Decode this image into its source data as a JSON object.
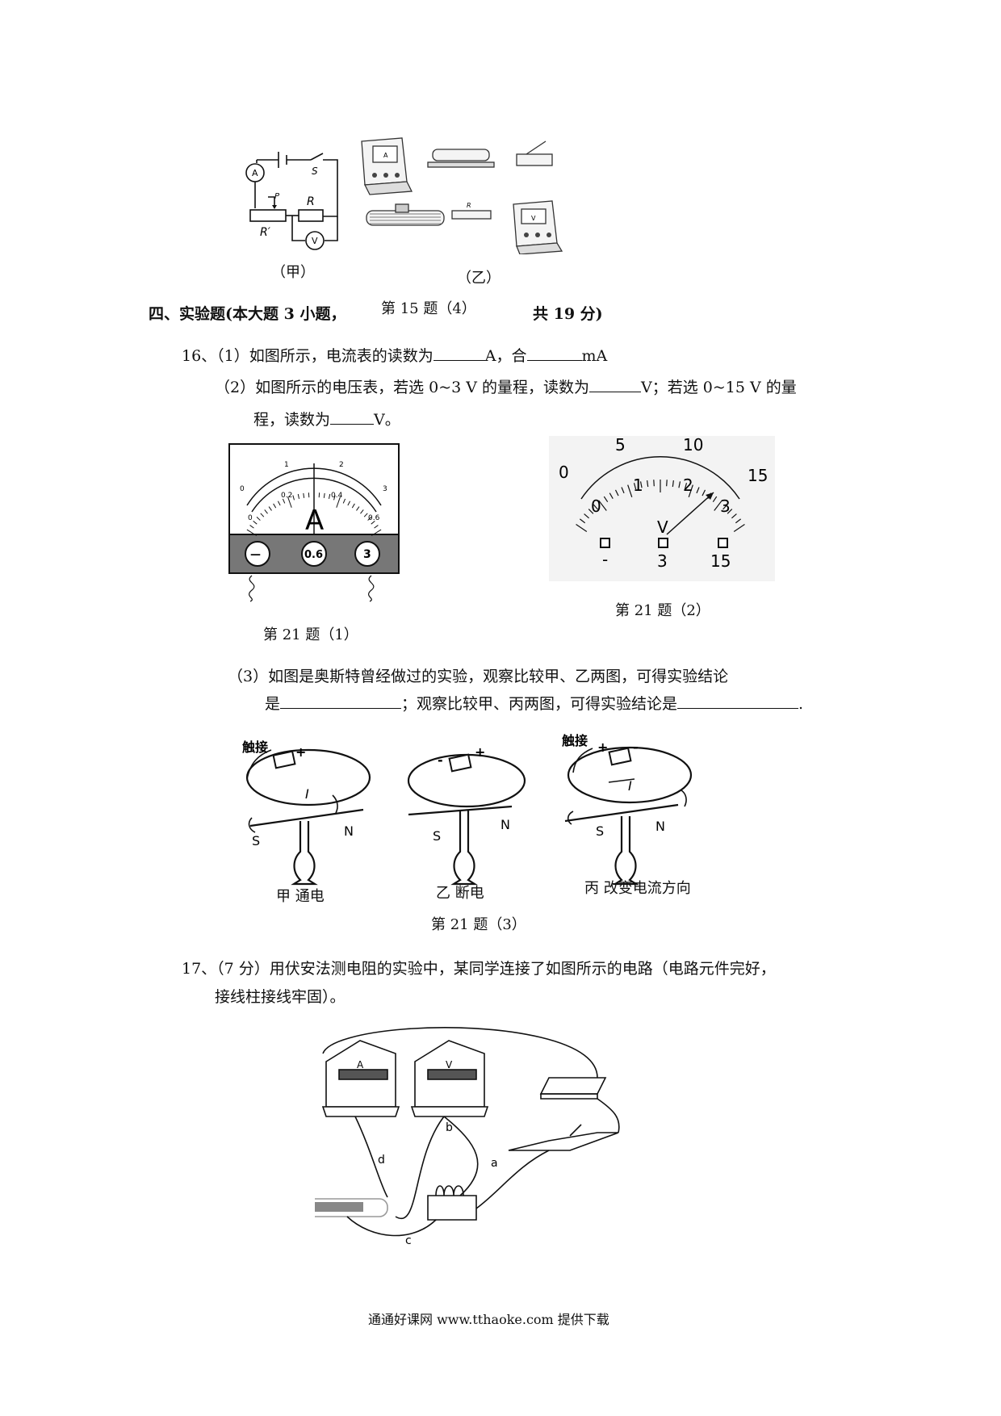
{
  "fig15": {
    "label_jia": "（甲）",
    "label_yi": "（乙）",
    "caption": "第 15 题（4）",
    "meter_A": "A",
    "meter_V": "V",
    "switch_S": "S",
    "resistor_R": "R",
    "rheostat_Rp": "R′",
    "slider_P": "P"
  },
  "section4": {
    "heading_a": "四、实验题(本大题 3 小题，",
    "heading_b": "共 19 分)"
  },
  "q16": {
    "p1_a": "16、（1）如图所示，电流表的读数为",
    "p1_b": "A，合",
    "p1_c": "mA",
    "p2_a": "（2）如图所示的电压表，若选  0~3 V 的量程，读数为",
    "p2_b": "V；若选  0~15 V 的量",
    "p2_c": "程，读数为",
    "p2_d": "V。",
    "ammeter": {
      "ticks_top": [
        "0",
        "1",
        "2",
        "3"
      ],
      "ticks_bottom": [
        "0",
        "0.2",
        "0.4",
        "0.6"
      ],
      "symbol": "A",
      "terminals": [
        "—",
        "0.6",
        "3"
      ]
    },
    "voltmeter": {
      "ticks_top": [
        "0",
        "5",
        "10",
        "15"
      ],
      "ticks_bottom": [
        "0",
        "1",
        "2",
        "3"
      ],
      "symbol": "V",
      "terminals": [
        "-",
        "3",
        "15"
      ]
    },
    "cap1": "第 21 题（1）",
    "cap2": "第 21 题（2）",
    "p3_a": "（3）如图是奥斯特曾经做过的实验，观察比较甲、乙两图，可得实验结论",
    "p3_b": "是",
    "p3_c": "；观察比较甲、丙两图，可得实验结论是",
    "p3_d": ".",
    "oersted": {
      "touch": "触接",
      "plus": "+",
      "minus": "-",
      "current": "I",
      "south": "S",
      "north": "N",
      "label_jia": "甲  通电",
      "label_yi": "乙  断电",
      "label_bing": "丙  改变电流方向"
    },
    "cap3": "第 21 题（3）"
  },
  "q17": {
    "line1": "17、（7 分）用伏安法测电阻的实验中，某同学连接了如图所示的电路（电路元件完好，",
    "line2": "接线柱接线牢固）。",
    "wire_a": "a",
    "wire_b": "b",
    "wire_c": "c",
    "wire_d": "d",
    "meter_A": "A",
    "meter_V": "V"
  },
  "footer": "通通好课网  www.tthaoke.com  提供下载"
}
